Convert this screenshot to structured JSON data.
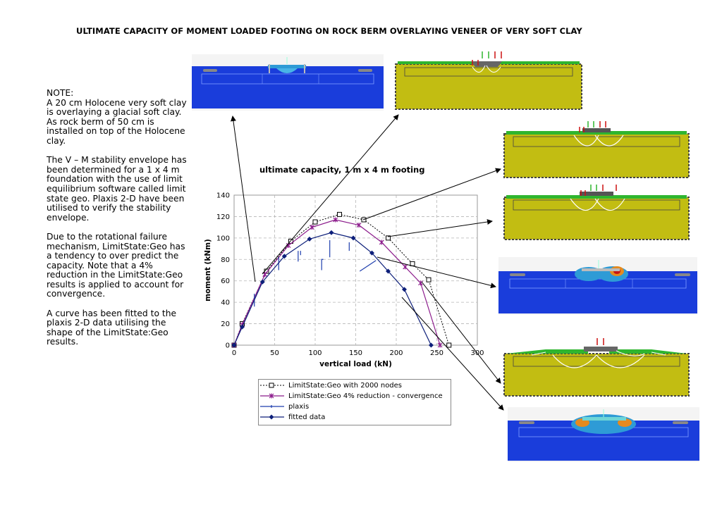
{
  "page_title": "ULTIMATE CAPACITY OF MOMENT LOADED FOOTING ON ROCK BERM OVERLAYING VENEER OF VERY SOFT CLAY",
  "note": {
    "heading": "NOTE:",
    "p1": "A 20 cm Holocene very soft clay is overlaying a glacial soft clay. As rock berm of 50 cm is installed on top of the Holocene clay.",
    "p2": "The V – M stability envelope has been determined for a 1 x 4 m foundation with the use of limit equilibrium software called limit state geo. Plaxis 2-D have been utilised to verify the stability envelope.",
    "p3": "Due to the rotational failure mechanism, LimitState:Geo has a tendency to over predict the capacity. Note that a 4% reduction in the LimitState:Geo results is applied to account for convergence.",
    "p4": "A curve has been fitted to the plaxis 2-D data utilising the shape of the LimitState:Geo results."
  },
  "colors": {
    "yellow_soil": "#c2bd12",
    "blue_soil": "#1a3ddb",
    "green_berm": "#2fb52f",
    "lsg_series": "#000000",
    "reduced_series": "#8b1a8b",
    "plaxis_series": "#1f3fae",
    "fitted_series": "#0d1f7a"
  },
  "chart_data": {
    "type": "line",
    "title": "ultimate capacity, 1 m x 4 m footing",
    "xlabel": "vertical load (kN)",
    "ylabel": "moment (kNm)",
    "xlim": [
      0,
      300
    ],
    "ylim": [
      0,
      140
    ],
    "xticks": [
      "0",
      "50",
      "100",
      "150",
      "200",
      "250",
      "300"
    ],
    "yticks": [
      "0",
      "20",
      "40",
      "60",
      "80",
      "100",
      "120",
      "140"
    ],
    "grid": true,
    "legend_position": "below",
    "series": [
      {
        "name": "LimitState:Geo with 2000 nodes",
        "style": "dotted-square",
        "x": [
          0,
          10,
          40,
          70,
          100,
          130,
          160,
          190,
          220,
          240,
          265
        ],
        "y": [
          0,
          20,
          69,
          97,
          115,
          122,
          117,
          100,
          76,
          61,
          0
        ]
      },
      {
        "name": "LimitState:Geo 4% reduction - convergence",
        "style": "solid-star",
        "x": [
          0,
          10,
          38,
          67,
          96,
          125,
          154,
          182,
          211,
          230,
          254
        ],
        "y": [
          0,
          19,
          66,
          93,
          110,
          117,
          112,
          96,
          73,
          58,
          0
        ]
      },
      {
        "name": "plaxis",
        "style": "scattered-ticks",
        "segments": [
          [
            [
              25,
              36
            ],
            [
              25,
              48
            ]
          ],
          [
            [
              55,
              70
            ],
            [
              55,
              82
            ]
          ],
          [
            [
              79,
              78
            ],
            [
              79,
              88
            ]
          ],
          [
            [
              82,
              84
            ],
            [
              82,
              88
            ]
          ],
          [
            [
              108,
              70
            ],
            [
              108,
              80
            ],
            [
              110,
              80
            ]
          ],
          [
            [
              118,
              82
            ],
            [
              118,
              98
            ]
          ],
          [
            [
              142,
              88
            ],
            [
              142,
              96
            ]
          ],
          [
            [
              155,
              69
            ],
            [
              175,
              79
            ]
          ]
        ]
      },
      {
        "name": "fitted data",
        "style": "solid-diamond",
        "x": [
          0,
          10,
          35,
          62,
          93,
          120,
          147,
          170,
          190,
          210,
          243
        ],
        "y": [
          0,
          17,
          59,
          83,
          99,
          105,
          100,
          86,
          69,
          52,
          0
        ]
      }
    ]
  }
}
